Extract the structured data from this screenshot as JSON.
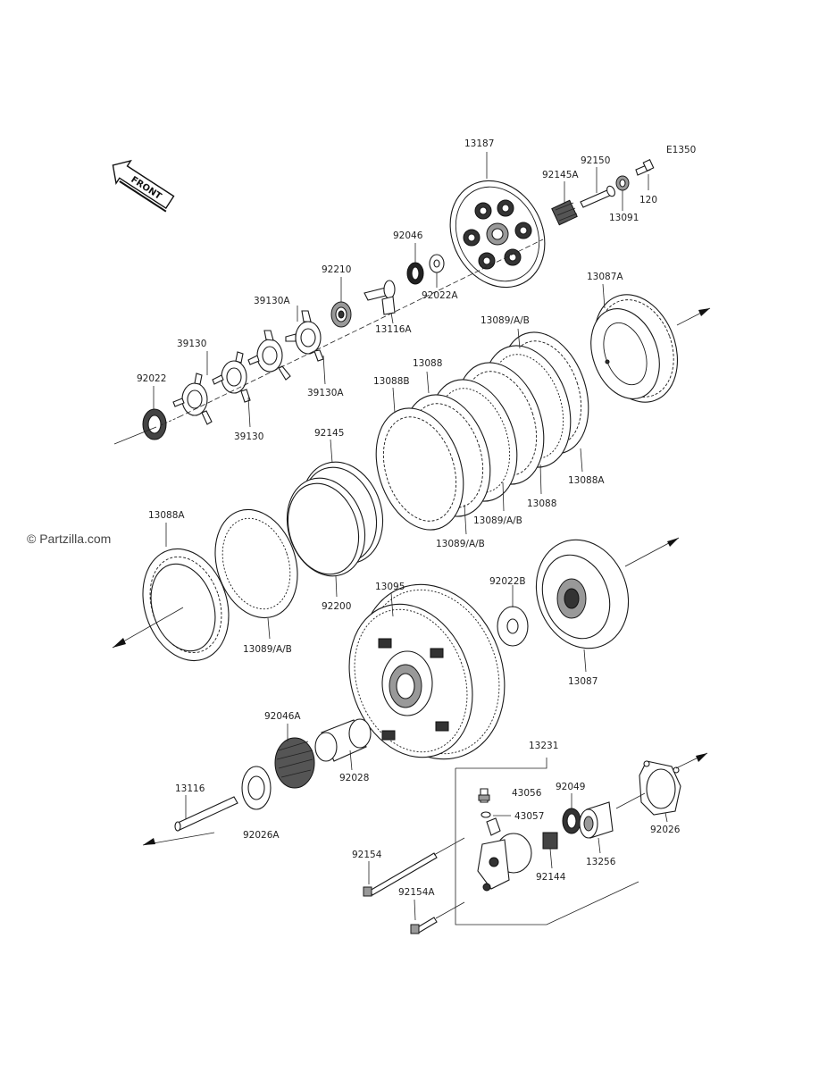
{
  "diagram_code": "E1350",
  "front_label": "FRONT",
  "watermark": "© Partzilla.com",
  "footer_lines": [
    "",
    ""
  ],
  "parts": {
    "p13187": "13187",
    "p92150": "92150",
    "p92145A": "92145A",
    "p120": "120",
    "p13091": "13091",
    "p92046": "92046",
    "p92022A": "92022A",
    "p92210": "92210",
    "p13116A": "13116A",
    "p13087A": "13087A",
    "p39130A_top": "39130A",
    "p39130A_bot": "39130A",
    "p39130_top": "39130",
    "p39130_bot": "39130",
    "p92022": "92022",
    "p13089AB_top": "13089/A/B",
    "p13088_top": "13088",
    "p13088B": "13088B",
    "p13088A_right": "13088A",
    "p13088_right": "13088",
    "p13089AB_mid1": "13089/A/B",
    "p13089AB_mid2": "13089/A/B",
    "p92145": "92145",
    "p13088A_left": "13088A",
    "p13089AB_left": "13089/A/B",
    "p92200": "92200",
    "p13095": "13095",
    "p92022B": "92022B",
    "p13087": "13087",
    "p92046A": "92046A",
    "p92028": "92028",
    "p13231": "13231",
    "p43056": "43056",
    "p43057": "43057",
    "p92049": "92049",
    "p13116": "13116",
    "p92026A": "92026A",
    "p92154": "92154",
    "p92154A": "92154A",
    "p92144": "92144",
    "p13256": "13256",
    "p92026": "92026"
  }
}
